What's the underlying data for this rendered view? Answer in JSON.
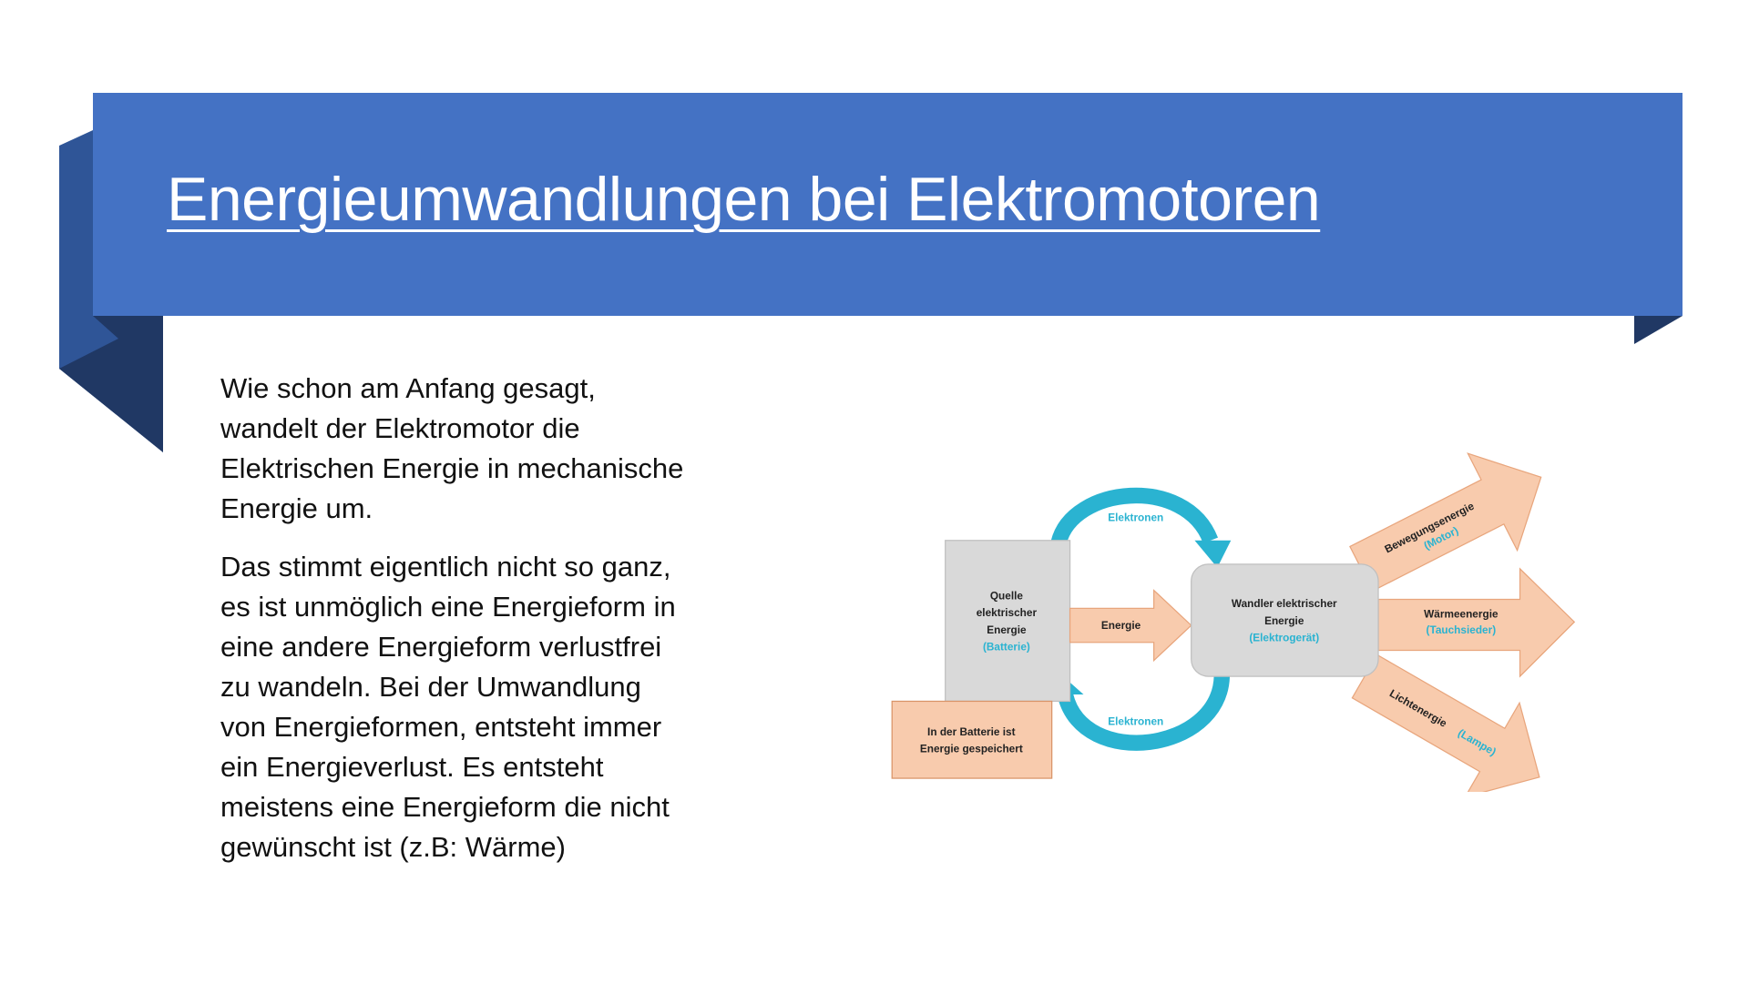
{
  "slide": {
    "title": "Energieumwandlungen bei Elektromotoren",
    "paragraphs": [
      [
        "Wie schon am Anfang gesagt,",
        "wandelt der Elektromotor die",
        "Elektrischen Energie in mechanische",
        "Energie um."
      ],
      [
        "Das stimmt eigentlich nicht so ganz,",
        "es ist unmöglich eine Energieform in",
        "eine andere Energieform verlustfrei",
        "zu wandeln. Bei der Umwandlung",
        "von Energieformen, entsteht immer",
        "ein Energieverlust. Es entsteht",
        "meistens eine Energieform die nicht",
        "gewünscht ist (z.B: Wärme)"
      ]
    ]
  },
  "diagram": {
    "source": {
      "lines": [
        "Quelle",
        "elektrischer",
        "Energie"
      ],
      "example": "(Batterie)"
    },
    "storage": {
      "lines": [
        "In der Batterie ist",
        "Energie gespeichert"
      ]
    },
    "energy_arrow": "Energie",
    "electrons_top": "Elektronen",
    "electrons_bottom": "Elektronen",
    "converter": {
      "lines": [
        "Wandler elektrischer",
        "Energie"
      ],
      "example": "(Elektrogerät)"
    },
    "outputs": [
      {
        "label": "Bewegungsenergie",
        "example": "(Motor)"
      },
      {
        "label": "Wärmeenergie",
        "example": "(Tauchsieder)"
      },
      {
        "label": "Lichtenergie",
        "example": "(Lampe)"
      }
    ]
  },
  "colors": {
    "banner": "#4472c4",
    "banner_fold_light": "#2f5597",
    "banner_fold_dark": "#203864",
    "box_gray": "#d9d9d9",
    "arrow_peach": "#f8cbad",
    "electron_cyan": "#2ab3d1"
  }
}
